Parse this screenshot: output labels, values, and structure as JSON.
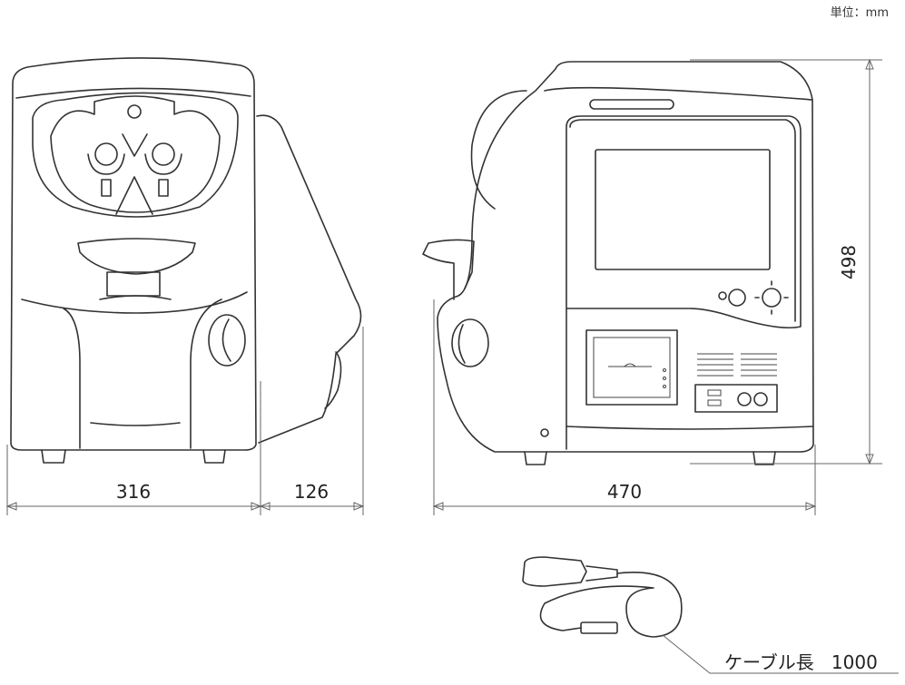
{
  "unit_label": "単位：mm",
  "dimensions": {
    "front_width": "316",
    "depth_front": "126",
    "side_width": "470",
    "height": "498"
  },
  "cable": {
    "label": "ケーブル長",
    "length": "1000"
  }
}
